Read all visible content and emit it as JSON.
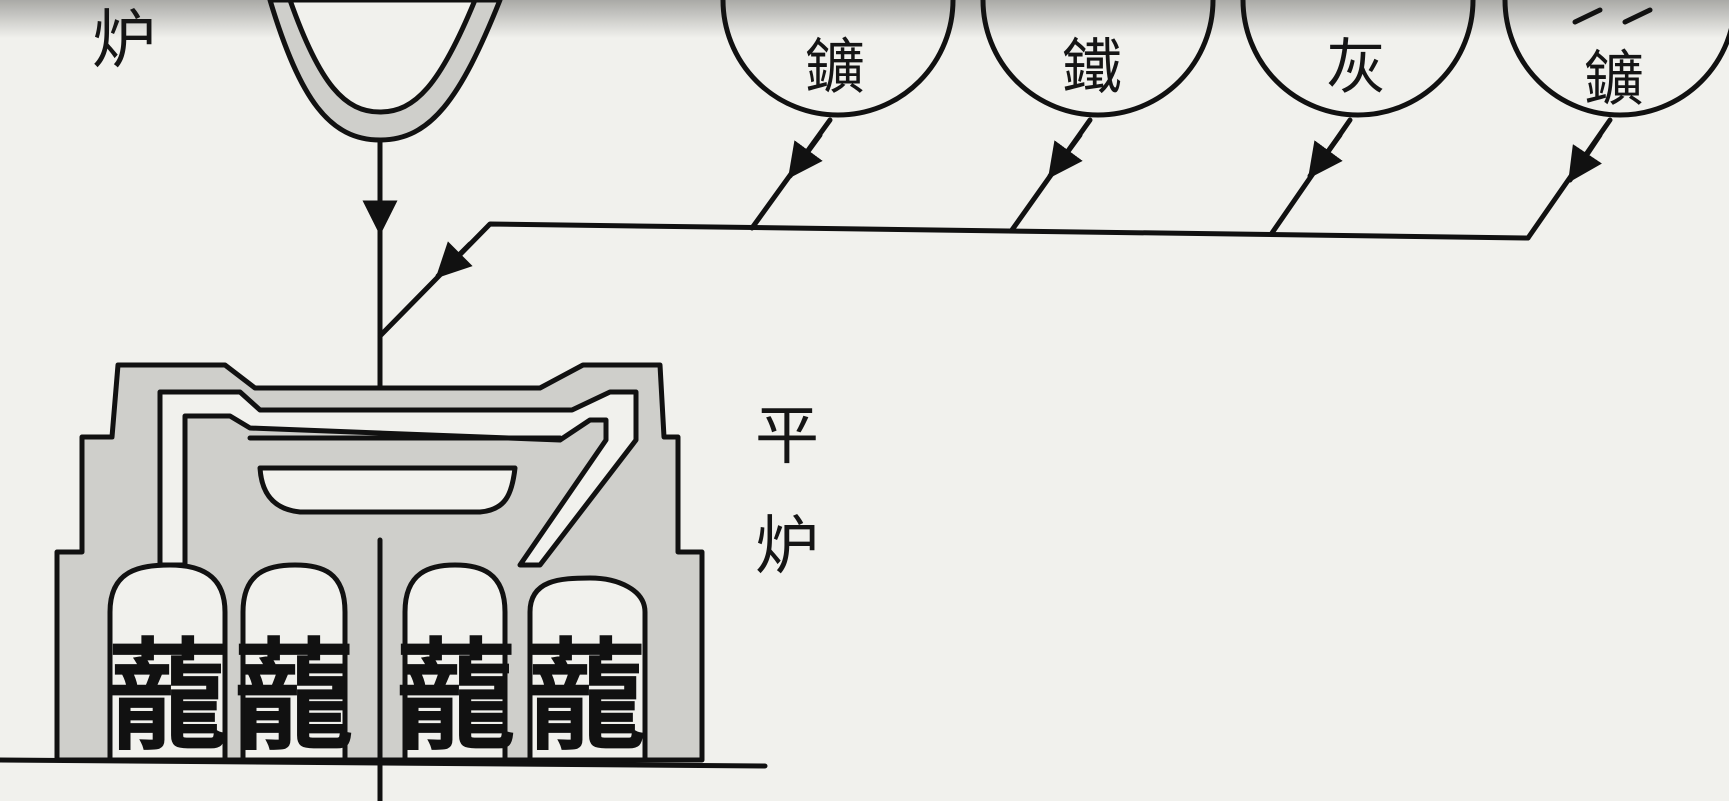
{
  "labels": {
    "top_furnace": "炉",
    "flat_furnace_line1": "平",
    "flat_furnace_line2": "炉"
  },
  "inputs": [
    {
      "label": "鑛"
    },
    {
      "label": "鐵"
    },
    {
      "label": "灰"
    },
    {
      "label": "鑛"
    }
  ],
  "chambers": [
    {
      "glyph": "蘢"
    },
    {
      "glyph": "蘢"
    },
    {
      "glyph": "蘢"
    },
    {
      "glyph": "蘢"
    }
  ],
  "colors": {
    "ink": "#111111",
    "shade": "#cfcfcb",
    "paper": "#f1f1ed",
    "band": "#a9a9a6"
  }
}
